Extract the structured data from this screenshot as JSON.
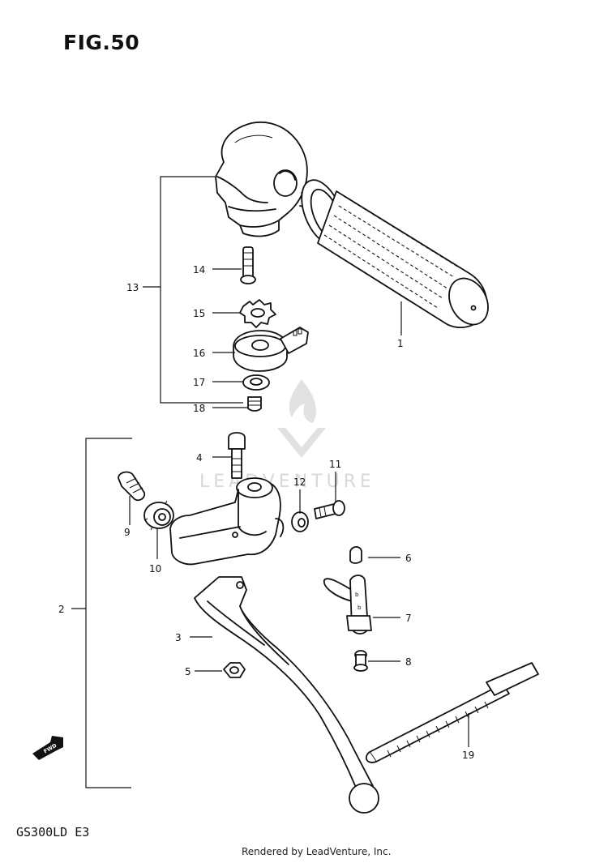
{
  "figure": {
    "title": "FIG.50"
  },
  "footer": {
    "model": "GS300LD  E3",
    "credit": "Rendered by LeadVenture, Inc."
  },
  "watermark": {
    "text": "LEADVENTURE"
  },
  "direction_marker": {
    "label": "FWD"
  },
  "callouts": {
    "c1": "1",
    "c2": "2",
    "c3": "3",
    "c4": "4",
    "c5": "5",
    "c6": "6",
    "c7": "7",
    "c8": "8",
    "c9": "9",
    "c10": "10",
    "c11": "11",
    "c12": "12",
    "c13": "13",
    "c14": "14",
    "c15": "15",
    "c16": "16",
    "c17": "17",
    "c18": "18",
    "c19": "19"
  }
}
